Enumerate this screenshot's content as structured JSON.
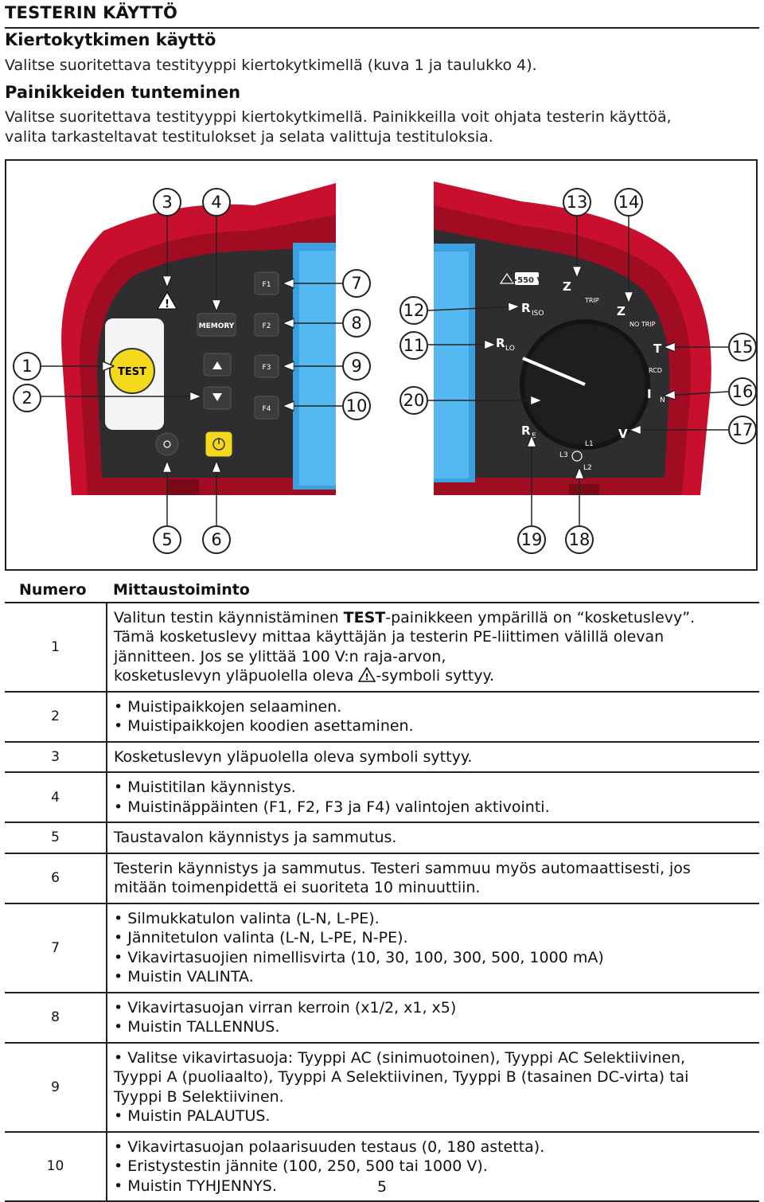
{
  "header": {
    "title": "TESTERIN KÄYTTÖ"
  },
  "section1": {
    "heading": "Kiertokytkimen käyttö",
    "text": "Valitse suoritettava testityyppi kiertokytkimellä (kuva 1 ja taulukko 4)."
  },
  "section2": {
    "heading": "Painikkeiden tunteminen",
    "line1": "Valitse suoritettava testityyppi kiertokytkimellä. Painikkeilla voit ohjata testerin käyttöä,",
    "line2": "valita tarkasteltavat testitulokset ja selata valittuja testituloksia."
  },
  "figure": {
    "left": {
      "buttons": {
        "test": "TEST",
        "memory": "MEMORY",
        "f1": "F1",
        "f2": "F2",
        "f3": "F3",
        "f4": "F4"
      }
    },
    "right": {
      "labels": {
        "voltage_warning": ">550 V",
        "z_trip": "Z",
        "trip": "TRIP",
        "riso": "R",
        "riso_sub": "ISO",
        "z_notrip": "Z",
        "no_trip": "NO TRIP",
        "rlo": "R",
        "rlo_sub": "LO",
        "dt": "T",
        "rcd": "RCD",
        "idn": "I",
        "idn_sub": "N",
        "v": "V",
        "re": "R",
        "re_sub": "E",
        "l1": "L1",
        "l2": "L2",
        "l3": "L3"
      }
    },
    "callouts": [
      "1",
      "2",
      "3",
      "4",
      "5",
      "6",
      "7",
      "8",
      "9",
      "10",
      "11",
      "12",
      "13",
      "14",
      "15",
      "16",
      "17",
      "18",
      "19",
      "20"
    ]
  },
  "table": {
    "headers": [
      "Numero",
      "Mittaustoiminto"
    ],
    "rows": [
      {
        "num": "1",
        "lines": [
          "Valitun testin käynnistäminen ",
          "TEST",
          "-painikkeen ympärillä on “kosketuslevy”.",
          "Tämä kosketuslevy mittaa käyttäjän ja testerin PE-liittimen välillä olevan",
          "jännitteen. Jos se ylittää 100 V:n raja-arvon,",
          "kosketuslevyn yläpuolella oleva ",
          "-symboli syttyy."
        ]
      },
      {
        "num": "2",
        "bullets": [
          "Muistipaikkojen selaaminen.",
          "Muistipaikkojen koodien asettaminen."
        ]
      },
      {
        "num": "3",
        "text": "Kosketuslevyn yläpuolella oleva symboli syttyy."
      },
      {
        "num": "4",
        "bullets": [
          "Muistitilan käynnistys.",
          "Muistinäppäinten (F1, F2, F3 ja F4) valintojen aktivointi."
        ]
      },
      {
        "num": "5",
        "text": "Taustavalon käynnistys ja sammutus."
      },
      {
        "num": "6",
        "lines": [
          "Testerin käynnistys ja sammutus. Testeri sammuu myös automaattisesti, jos",
          "mitään toimenpidettä ei suoriteta 10 minuuttiin."
        ]
      },
      {
        "num": "7",
        "bullets": [
          "Silmukkatulon valinta (L-N, L-PE).",
          "Jännitetulon valinta (L-N, L-PE, N-PE).",
          "Vikavirtasuojien nimellisvirta (10, 30, 100, 300, 500, 1000 mA)",
          "Muistin VALINTA."
        ]
      },
      {
        "num": "8",
        "bullets": [
          "Vikavirtasuojan virran kerroin (x1/2, x1, x5)",
          "Muistin TALLENNUS."
        ]
      },
      {
        "num": "9",
        "lines": [
          "• Valitse vikavirtasuoja: Tyyppi AC (sinimuotoinen), Tyyppi AC Selektiivinen,",
          "Tyyppi A (puoliaalto), Tyyppi A Selektiivinen, Tyyppi B (tasainen DC-virta) tai",
          "Tyyppi B Selektiivinen.",
          "• Muistin PALAUTUS."
        ]
      },
      {
        "num": "10",
        "bullets": [
          "Vikavirtasuojan polaarisuuden testaus (0, 180 astetta).",
          "Eristystestin jännite (100, 250, 500 tai 1000 V).",
          "Muistin TYHJENNYS."
        ]
      }
    ]
  },
  "page_number": "5",
  "colors": {
    "device_red": "#c8102e",
    "panel_dark": "#2e2e30",
    "display_blue": "#3aa0e0",
    "button_yellow": "#f4d81c"
  }
}
